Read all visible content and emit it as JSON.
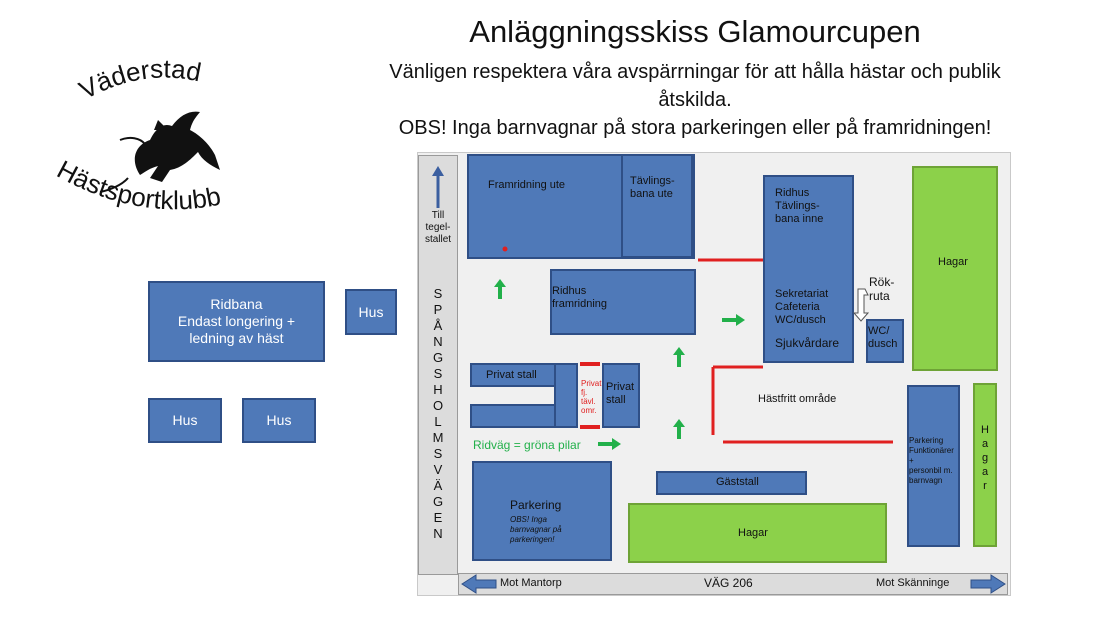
{
  "logo": {
    "top_text": "Väderstad",
    "bottom_text": "Hästsportklubb",
    "icon": "rearing-horse-icon"
  },
  "header": {
    "title": "Anläggningsskiss Glamourcupen",
    "line1": "Vänligen respektera våra avspärrningar för att hålla hästar och publik",
    "line2": "åtskilda.",
    "line3": "OBS! Inga barnvagnar på stora parkeringen eller på framridningen!"
  },
  "outside": {
    "ridbana": "Ridbana\nEndast longering +\nledning av häst",
    "hus_right": "Hus",
    "hus_left": "Hus",
    "hus_middle": "Hus"
  },
  "map": {
    "till_tegelstallet": "Till\ntegel-\nstallet",
    "spangsholmsvagen": [
      "S",
      "P",
      "Å",
      "N",
      "G",
      "S",
      "H",
      "O",
      "L",
      "M",
      "S",
      "V",
      "Ä",
      "G",
      "E",
      "N"
    ],
    "framridning_ute": "Framridning ute",
    "tavlingsbana_ute": "Tävlings-\nbana ute",
    "ridhus_tavlingsbana": "Ridhus\nTävlings-\nbana inne",
    "sekretariat": "Sekretariat\nCafeteria\nWC/dusch",
    "sjukvardare": "Sjukvårdare",
    "rokruta": "Rök-\nruta",
    "wc_dusch": "WC/\ndusch",
    "hagar_top": "Hagar",
    "ridhus_framridning": "Ridhus\nframridning",
    "privat_stall_left": "Privat stall",
    "privat_fj": "Privat\nfj.\ntävl.\nomr.",
    "privat_stall_right": "Privat\nstall",
    "hastfritt": "Hästfritt område",
    "ridvag": "Ridväg = gröna pilar",
    "parkering_title": "Parkering",
    "parkering_note": "OBS! Inga\nbarnvagnar på\nparkeringen!",
    "gaststall": "Gäststall",
    "hagar_bottom": "Hagar",
    "parkering_funk": "Parkering\nFunktionärer\n+\npersonbil m.\nbarnvagn",
    "hagar_vertical": [
      "H",
      "a",
      "g",
      "a",
      "r"
    ],
    "mot_mantorp": "Mot Mantorp",
    "vag206": "VÄG 206",
    "mot_skanninge": "Mot Skänninge"
  },
  "colors": {
    "building": "#4f79b8",
    "pasture": "#8cd14a",
    "barrier": "#e02020",
    "arrow": "#22b04a"
  }
}
